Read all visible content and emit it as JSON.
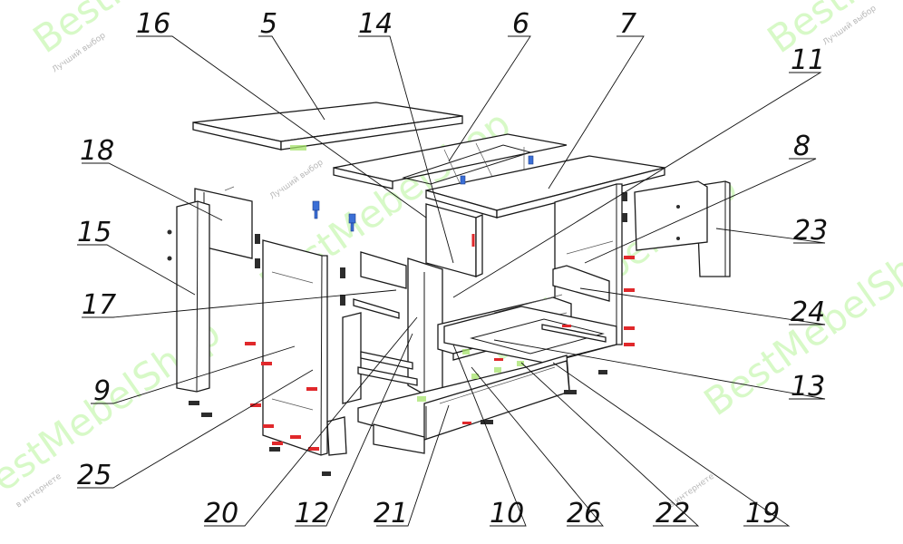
{
  "diagram": {
    "callouts": [
      {
        "id": "c16",
        "label": "16"
      },
      {
        "id": "c5",
        "label": "5"
      },
      {
        "id": "c14",
        "label": "14"
      },
      {
        "id": "c6",
        "label": "6"
      },
      {
        "id": "c7",
        "label": "7"
      },
      {
        "id": "c11",
        "label": "11"
      },
      {
        "id": "c8",
        "label": "8"
      },
      {
        "id": "c18",
        "label": "18"
      },
      {
        "id": "c15",
        "label": "15"
      },
      {
        "id": "c17",
        "label": "17"
      },
      {
        "id": "c9",
        "label": "9"
      },
      {
        "id": "c25",
        "label": "25"
      },
      {
        "id": "c23",
        "label": "23"
      },
      {
        "id": "c24",
        "label": "24"
      },
      {
        "id": "c13",
        "label": "13"
      },
      {
        "id": "c20",
        "label": "20"
      },
      {
        "id": "c12",
        "label": "12"
      },
      {
        "id": "c21",
        "label": "21"
      },
      {
        "id": "c10",
        "label": "10"
      },
      {
        "id": "c26",
        "label": "26"
      },
      {
        "id": "c22",
        "label": "22"
      },
      {
        "id": "c19",
        "label": "19"
      }
    ]
  },
  "watermark": {
    "brand": "BestMebelShop",
    "tagline": "Лучший выбор",
    "tagline2": "в интернете",
    "color": "#b8f59a"
  }
}
